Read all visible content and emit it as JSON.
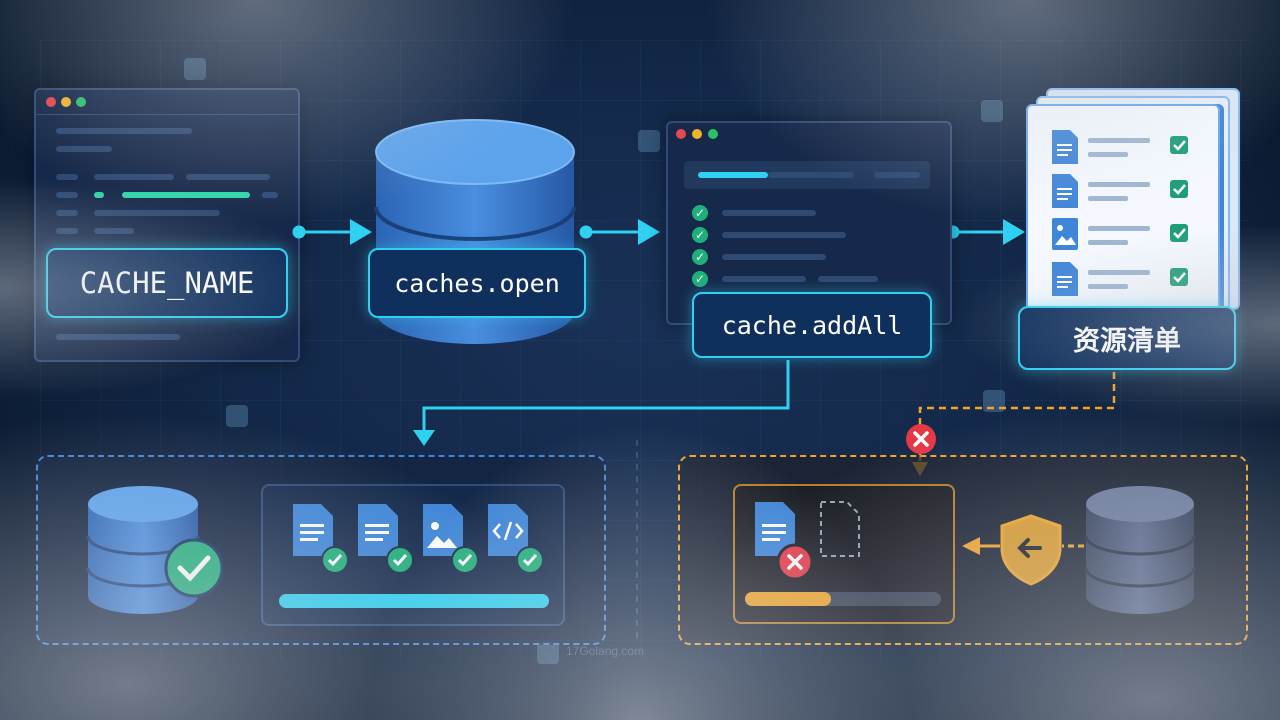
{
  "steps": {
    "cache_name": "CACHE_NAME",
    "caches_open": "caches.open",
    "cache_addall": "cache.addAll",
    "resource_list": "资源清单"
  },
  "watermark": "17Golang.com",
  "colors": {
    "cyan": "#2fd0f0",
    "green": "#1faf7a",
    "red": "#e53845",
    "orange": "#f0a42a",
    "blue_db": "#3f86d8",
    "grey_db": "#4a5a78"
  },
  "icons": [
    "browser-window-icon",
    "database-icon",
    "document-icon",
    "image-icon",
    "code-file-icon",
    "checkmark-icon",
    "cross-icon",
    "shield-arrow-icon"
  ]
}
